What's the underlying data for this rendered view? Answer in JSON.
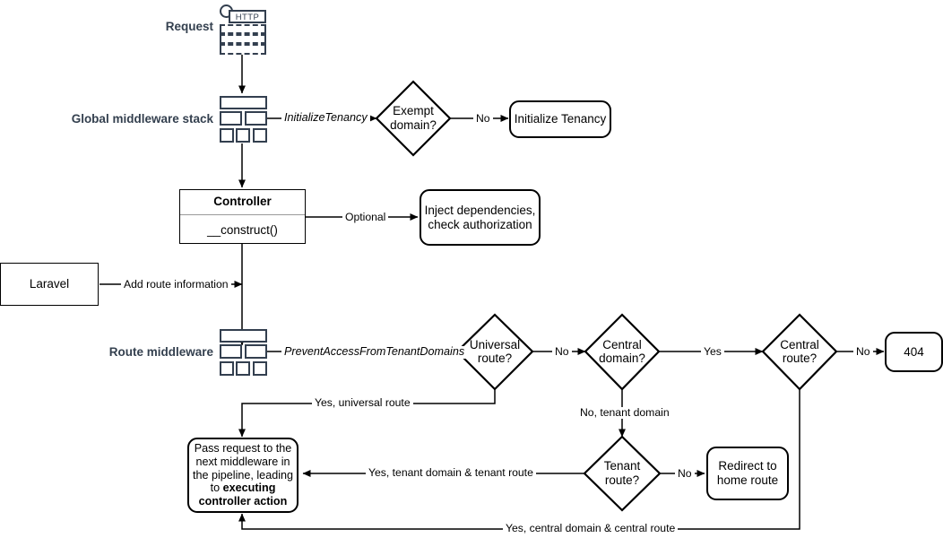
{
  "diagram": {
    "title": "Laravel multi-tenancy request lifecycle flowchart",
    "stroke_color": "#000000",
    "icon_color": "#333f4f",
    "label_color": "#34404f",
    "background": "#ffffff"
  },
  "row_labels": {
    "request": "Request",
    "global_middleware": "Global middleware stack",
    "route_middleware": "Route middleware"
  },
  "icons": {
    "http_request": "http-request-icon",
    "http_tag": "HTTP",
    "global_stack": "middleware-stack-icon",
    "route_stack": "middleware-stack-icon"
  },
  "nodes": {
    "exempt_domain": "Exempt\ndomain?",
    "exempt_domain_line1": "Exempt",
    "exempt_domain_line2": "domain?",
    "initialize_tenancy": "Initialize Tenancy",
    "controller_title": "Controller",
    "controller_method": "__construct()",
    "inject_dependencies_line1": "Inject dependencies,",
    "inject_dependencies_line2": "check authorization",
    "laravel": "Laravel",
    "universal_route_line1": "Universal",
    "universal_route_line2": "route?",
    "central_domain_line1": "Central",
    "central_domain_line2": "domain?",
    "central_route_line1": "Central",
    "central_route_line2": "route?",
    "not_found": "404",
    "tenant_route_line1": "Tenant",
    "tenant_route_line2": "route?",
    "redirect_home_line1": "Redirect to",
    "redirect_home_line2": "home route",
    "pass_request_line1": "Pass request to the",
    "pass_request_line2": "next middleware in",
    "pass_request_line3": "the pipeline, leading",
    "pass_request_line4_prefix": "to ",
    "pass_request_line4_bold": "executing",
    "pass_request_line5_bold": "controller action"
  },
  "edges": {
    "initialize_tenancy_mw": "InitializeTenancy",
    "exempt_no": "No",
    "optional": "Optional",
    "add_route_information": "Add route information",
    "prevent_access": "PreventAccessFromTenantDomains",
    "universal_no": "No",
    "central_domain_yes": "Yes",
    "central_route_no": "No",
    "no_tenant_domain": "No, tenant domain",
    "tenant_route_no": "No",
    "yes_universal_route": "Yes, universal route",
    "yes_tenant_domain_tenant_route": "Yes, tenant domain & tenant route",
    "yes_central_domain_central_route": "Yes, central domain & central route"
  }
}
